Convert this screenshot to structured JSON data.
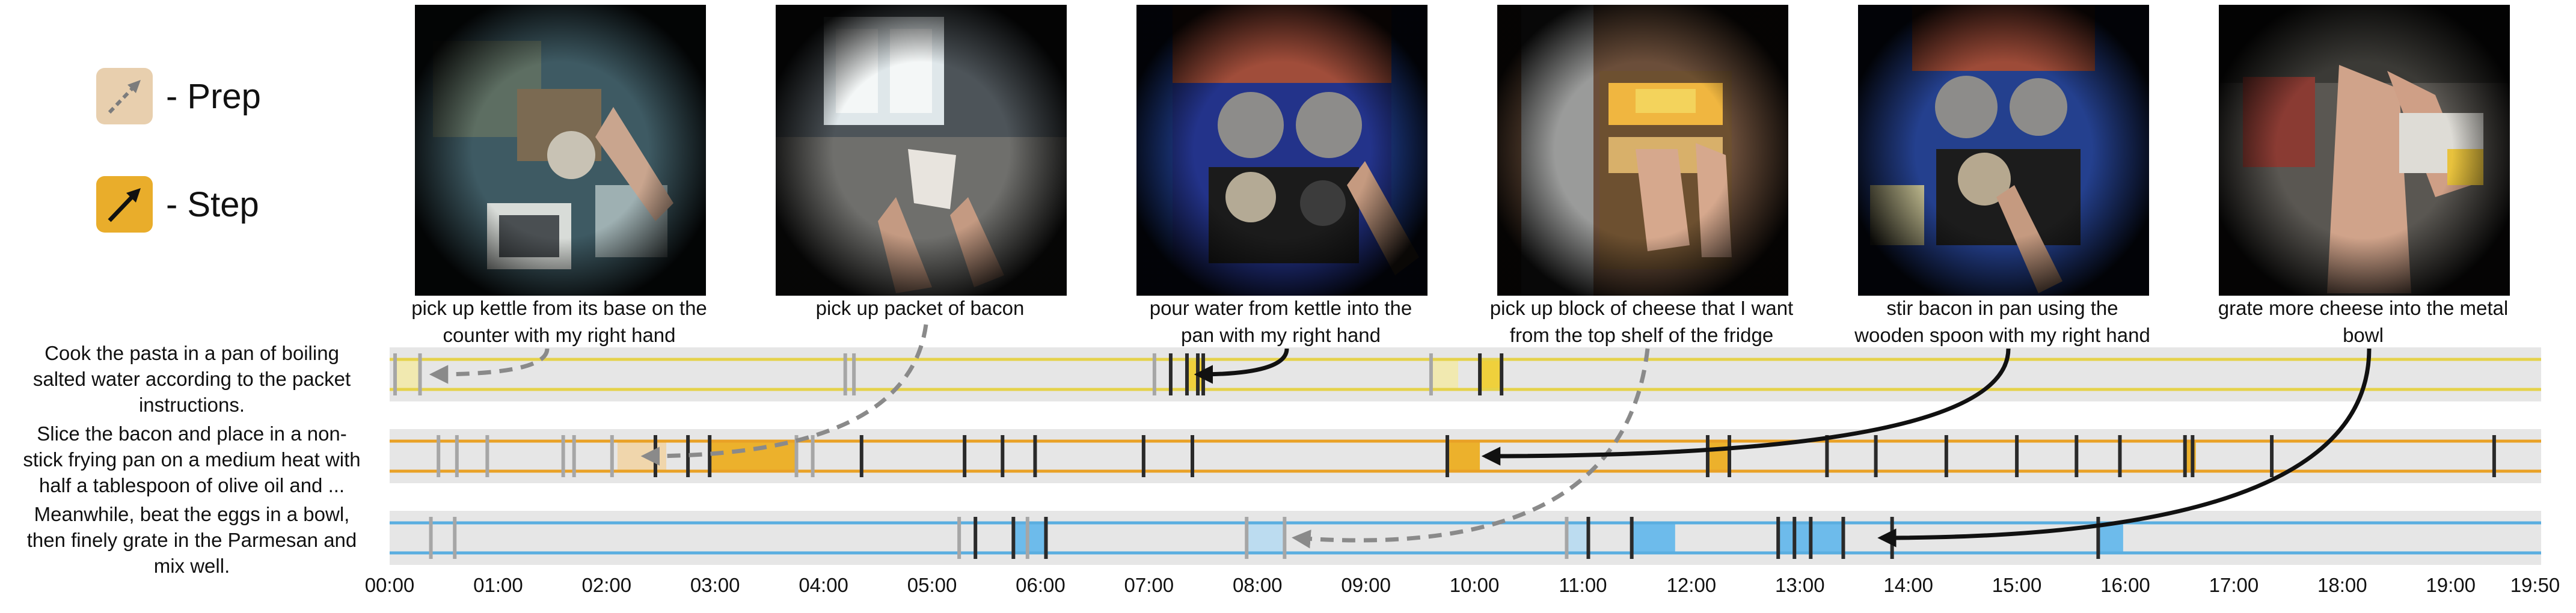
{
  "legend": [
    {
      "label": "- Prep",
      "kind": "prep",
      "color": "#e8cfae"
    },
    {
      "label": "- Step",
      "kind": "step",
      "color": "#e9ad2b"
    }
  ],
  "frames": [
    {
      "caption_lines": [
        "pick up kettle from its base on the",
        "counter with my right hand"
      ],
      "type": "prep",
      "track": 0,
      "time": 0.3
    },
    {
      "caption_lines": [
        "pick up packet of bacon"
      ],
      "type": "prep",
      "track": 1,
      "time": 2.25
    },
    {
      "caption_lines": [
        "pour water from kettle into the",
        "pan with my right hand"
      ],
      "type": "step",
      "track": 0,
      "time": 7.35
    },
    {
      "caption_lines": [
        "pick up block of cheese that I want",
        "from the top shelf of the fridge"
      ],
      "type": "prep",
      "track": 2,
      "time": 8.25
    },
    {
      "caption_lines": [
        "stir bacon in pan using the",
        "wooden spoon with my right hand"
      ],
      "type": "step",
      "track": 1,
      "time": 10.0
    },
    {
      "caption_lines": [
        "grate more cheese into the metal",
        "bowl"
      ],
      "type": "step",
      "track": 2,
      "time": 13.65
    }
  ],
  "tasks": [
    {
      "lines": [
        "Cook the pasta in a pan of boiling",
        "salted water according to the packet",
        "instructions."
      ],
      "color": "#e5d24a",
      "prep_fill": "#f1e9b0",
      "step_fill": "#efd03c"
    },
    {
      "lines": [
        "Slice the bacon and place in a non-",
        "stick frying pan on a medium heat with",
        "half a tablespoon of olive oil and ..."
      ],
      "color": "#e9a126",
      "prep_fill": "#f0d6ac",
      "step_fill": "#ecb12c"
    },
    {
      "lines": [
        "Meanwhile, beat the eggs in a bowl,",
        "then finely grate in the Parmesan and",
        "mix well."
      ],
      "color": "#5aaee0",
      "prep_fill": "#bcdcf0",
      "step_fill": "#6dbbeb"
    }
  ],
  "axis": {
    "ticks": [
      "00:00",
      "01:00",
      "02:00",
      "03:00",
      "04:00",
      "05:00",
      "06:00",
      "07:00",
      "08:00",
      "09:00",
      "10:00",
      "11:00",
      "12:00",
      "13:00",
      "14:00",
      "15:00",
      "16:00",
      "17:00",
      "18:00",
      "19:00",
      "19:50"
    ],
    "tick_minutes": [
      0,
      1,
      2,
      3,
      4,
      5,
      6,
      7,
      8,
      9,
      10,
      11,
      12,
      13,
      14,
      15,
      16,
      17,
      18,
      19,
      19.833
    ],
    "end_minutes": 19.833
  },
  "segments": [
    [
      {
        "start": 0.05,
        "end": 0.28,
        "type": "prep"
      },
      {
        "start": 7.35,
        "end": 7.5,
        "type": "step"
      },
      {
        "start": 9.6,
        "end": 9.85,
        "type": "prep"
      },
      {
        "start": 10.05,
        "end": 10.25,
        "type": "step"
      }
    ],
    [
      {
        "start": 2.1,
        "end": 2.55,
        "type": "prep"
      },
      {
        "start": 2.95,
        "end": 3.75,
        "type": "step"
      },
      {
        "start": 9.75,
        "end": 10.05,
        "type": "step"
      },
      {
        "start": 12.15,
        "end": 12.35,
        "type": "step"
      },
      {
        "start": 16.55,
        "end": 16.65,
        "type": "step"
      }
    ],
    [
      {
        "start": 5.75,
        "end": 6.05,
        "type": "step"
      },
      {
        "start": 7.9,
        "end": 8.25,
        "type": "prep"
      },
      {
        "start": 10.85,
        "end": 11.05,
        "type": "prep"
      },
      {
        "start": 11.45,
        "end": 11.85,
        "type": "step"
      },
      {
        "start": 12.8,
        "end": 13.4,
        "type": "step"
      },
      {
        "start": 15.75,
        "end": 15.98,
        "type": "step"
      }
    ]
  ],
  "marks": [
    [
      {
        "t": 0.05,
        "type": "prep"
      },
      {
        "t": 0.28,
        "type": "prep"
      },
      {
        "t": 4.2,
        "type": "prep"
      },
      {
        "t": 4.28,
        "type": "prep"
      },
      {
        "t": 7.05,
        "type": "prep"
      },
      {
        "t": 7.2,
        "type": "step"
      },
      {
        "t": 7.35,
        "type": "step"
      },
      {
        "t": 7.45,
        "type": "step"
      },
      {
        "t": 7.5,
        "type": "step"
      },
      {
        "t": 9.6,
        "type": "prep"
      },
      {
        "t": 10.05,
        "type": "step"
      },
      {
        "t": 10.25,
        "type": "step"
      }
    ],
    [
      {
        "t": 0.45,
        "type": "prep"
      },
      {
        "t": 0.62,
        "type": "prep"
      },
      {
        "t": 0.9,
        "type": "prep"
      },
      {
        "t": 1.6,
        "type": "prep"
      },
      {
        "t": 1.7,
        "type": "prep"
      },
      {
        "t": 2.05,
        "type": "prep"
      },
      {
        "t": 2.45,
        "type": "step"
      },
      {
        "t": 2.75,
        "type": "step"
      },
      {
        "t": 2.95,
        "type": "step"
      },
      {
        "t": 3.75,
        "type": "prep"
      },
      {
        "t": 3.9,
        "type": "prep"
      },
      {
        "t": 4.35,
        "type": "step"
      },
      {
        "t": 5.3,
        "type": "step"
      },
      {
        "t": 5.65,
        "type": "step"
      },
      {
        "t": 5.95,
        "type": "step"
      },
      {
        "t": 6.95,
        "type": "step"
      },
      {
        "t": 7.4,
        "type": "step"
      },
      {
        "t": 9.75,
        "type": "step"
      },
      {
        "t": 12.15,
        "type": "step"
      },
      {
        "t": 12.35,
        "type": "step"
      },
      {
        "t": 13.25,
        "type": "step"
      },
      {
        "t": 13.7,
        "type": "step"
      },
      {
        "t": 14.35,
        "type": "step"
      },
      {
        "t": 15.0,
        "type": "step"
      },
      {
        "t": 15.55,
        "type": "step"
      },
      {
        "t": 15.95,
        "type": "step"
      },
      {
        "t": 16.55,
        "type": "step"
      },
      {
        "t": 16.62,
        "type": "step"
      },
      {
        "t": 17.35,
        "type": "step"
      },
      {
        "t": 19.4,
        "type": "step"
      }
    ],
    [
      {
        "t": 0.38,
        "type": "prep"
      },
      {
        "t": 0.6,
        "type": "prep"
      },
      {
        "t": 5.25,
        "type": "prep"
      },
      {
        "t": 5.4,
        "type": "step"
      },
      {
        "t": 5.75,
        "type": "step"
      },
      {
        "t": 5.88,
        "type": "prep"
      },
      {
        "t": 6.05,
        "type": "step"
      },
      {
        "t": 7.9,
        "type": "prep"
      },
      {
        "t": 8.25,
        "type": "prep"
      },
      {
        "t": 10.85,
        "type": "prep"
      },
      {
        "t": 11.05,
        "type": "step"
      },
      {
        "t": 11.45,
        "type": "step"
      },
      {
        "t": 12.8,
        "type": "step"
      },
      {
        "t": 12.95,
        "type": "step"
      },
      {
        "t": 13.1,
        "type": "step"
      },
      {
        "t": 13.4,
        "type": "step"
      },
      {
        "t": 13.85,
        "type": "step"
      },
      {
        "t": 15.75,
        "type": "step"
      }
    ]
  ],
  "colors": {
    "track_bg": "#e6e6e6",
    "step_arrow": "#111111",
    "prep_arrow": "#8a8a8a",
    "step_mark": "#2a2a2a",
    "prep_mark": "#a6a6a6"
  }
}
